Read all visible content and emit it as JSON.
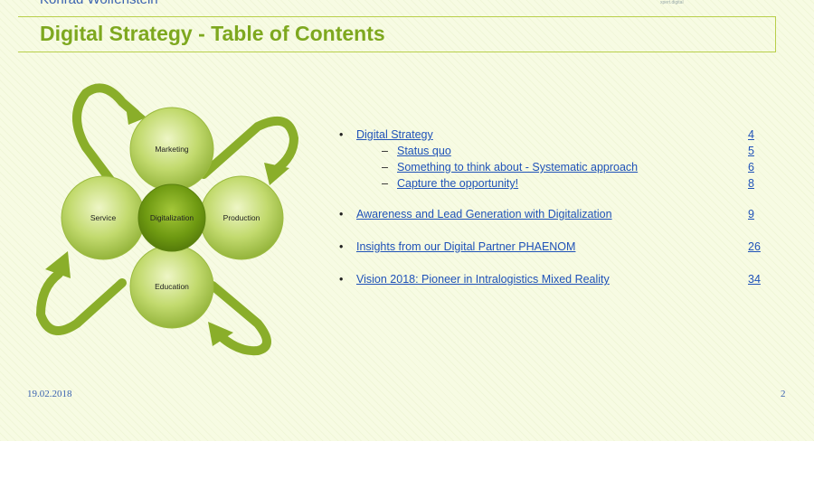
{
  "header": {
    "author": "Konrad Wolfenstein",
    "logo_text": "xpert.digital"
  },
  "title": "Digital Strategy - Table of Contents",
  "diagram": {
    "center": "Digitalization",
    "top": "Marketing",
    "right": "Production",
    "bottom": "Education",
    "left": "Service"
  },
  "toc": [
    {
      "label": "Digital Strategy",
      "page": "4",
      "level": 1
    },
    {
      "label": "Status quo",
      "page": "5",
      "level": 2
    },
    {
      "label": "Something to think about - Systematic approach",
      "page": "6",
      "level": 2
    },
    {
      "label": "Capture the opportunity!",
      "page": "8",
      "level": 2
    },
    {
      "label": "Awareness and Lead Generation with Digitalization",
      "page": "9",
      "level": 1
    },
    {
      "label": "Insights from our Digital Partner PHAENOM",
      "page": "26",
      "level": 1
    },
    {
      "label": "Vision 2018: Pioneer in Intralogistics Mixed Reality",
      "page": "34",
      "level": 1
    }
  ],
  "footer": {
    "date": "19.02.2018",
    "page_number": "2"
  },
  "colors": {
    "title": "#7ea81f",
    "link": "#1f52b8",
    "circle": "#b5cf5a",
    "center_circle": "#6f9a12"
  }
}
